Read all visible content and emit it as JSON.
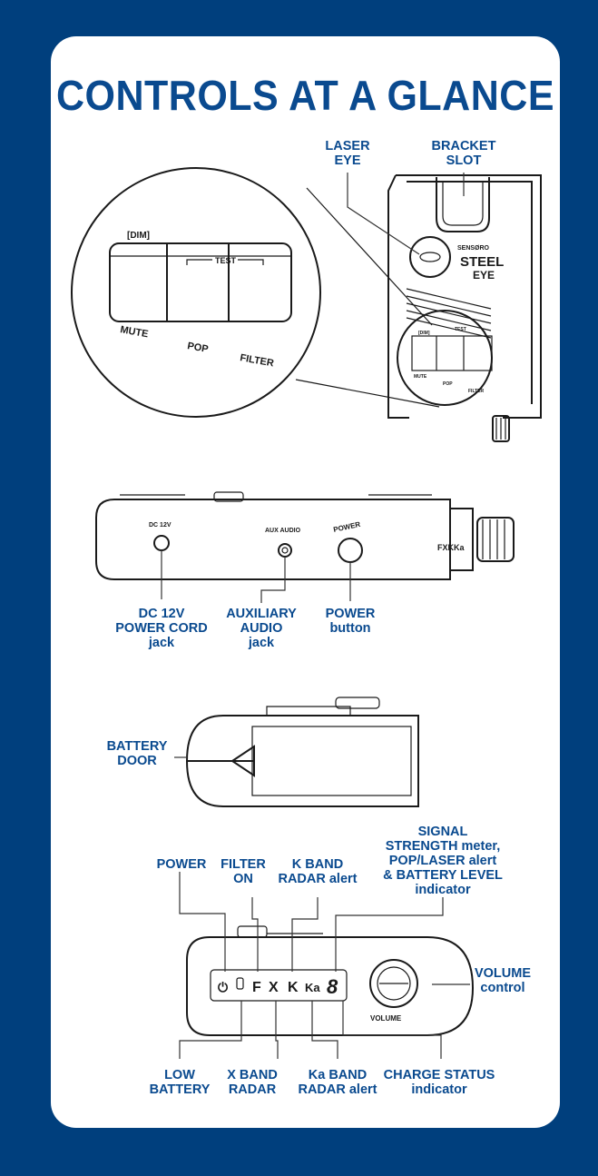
{
  "title": "CONTROLS AT A GLANCE",
  "callouts": {
    "laser_eye": [
      "LASER",
      "EYE"
    ],
    "bracket_slot": [
      "BRACKET",
      "SLOT"
    ],
    "dc12v": [
      "DC 12V",
      "POWER CORD",
      "jack"
    ],
    "aux_audio": [
      "AUXILIARY",
      "AUDIO",
      "jack"
    ],
    "power_button": [
      "POWER",
      "button"
    ],
    "battery_door": [
      "BATTERY",
      "DOOR"
    ],
    "signal": [
      "SIGNAL",
      "STRENGTH meter,",
      "POP/LASER alert",
      "& BATTERY LEVEL",
      "indicator"
    ],
    "power": [
      "POWER"
    ],
    "filter_on": [
      "FILTER",
      "ON"
    ],
    "k_band": [
      "K BAND",
      "RADAR alert"
    ],
    "volume": [
      "VOLUME",
      "control"
    ],
    "low_battery": [
      "LOW",
      "BATTERY"
    ],
    "x_band": [
      "X BAND",
      "RADAR"
    ],
    "ka_band": [
      "Ka BAND",
      "RADAR alert"
    ],
    "charge_status": [
      "CHARGE STATUS",
      "indicator"
    ]
  },
  "device_labels": {
    "dim": "[DIM]",
    "test": "TEST",
    "mute": "MUTE",
    "pop": "POP",
    "filter": "FILTER",
    "brand_small": "SENSØRO",
    "brand_steel": "STEEL",
    "brand_eye": "EYE",
    "dc12v": "DC 12V",
    "aux_audio": "AUX AUDIO",
    "power": "POWER",
    "side_icons": "FXKKa",
    "display_f": "F",
    "display_x": "X",
    "display_k": "K",
    "display_ka": "Ka",
    "display_digit": "8",
    "volume": "VOLUME"
  },
  "colors": {
    "background": "#003f7d",
    "card": "#ffffff",
    "label": "#0a4a8f"
  }
}
